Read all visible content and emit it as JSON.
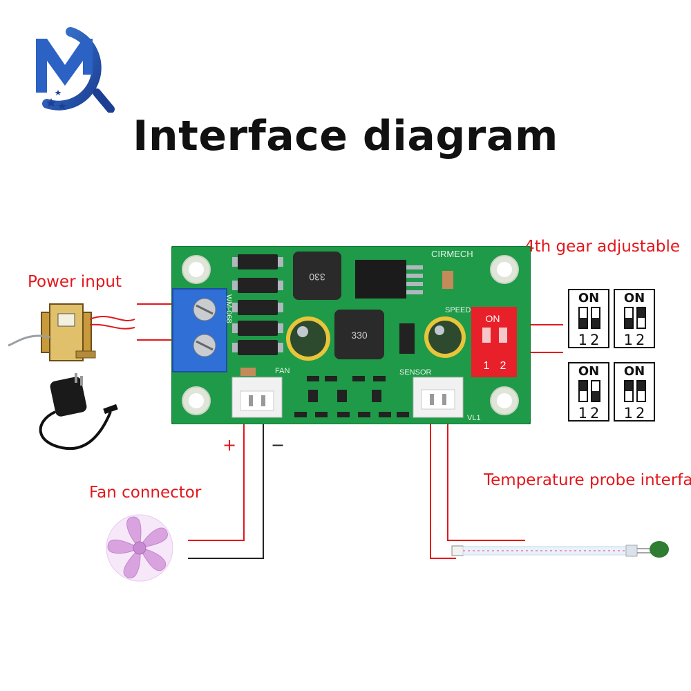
{
  "title": "Interface diagram",
  "labels": {
    "power_input": "Power input",
    "gear": "4th gear adjustable",
    "fan_connector": "Fan connector",
    "temp_probe": "Temperature probe interface",
    "plus": "+",
    "minus": "−"
  },
  "board": {
    "model": "WM-068",
    "brand": "CIRMECH",
    "inductor_1": "330",
    "inductor_2": "330",
    "fan": "FAN",
    "sensor": "SENSOR",
    "speed": "SPEED",
    "vl1": "VL1",
    "switch_on": "ON",
    "switch_1": "1",
    "switch_2": "2"
  },
  "dip_switches": [
    {
      "on": "ON",
      "nums": "12",
      "sw1": "down",
      "sw2": "down"
    },
    {
      "on": "ON",
      "nums": "12",
      "sw1": "down",
      "sw2": "up"
    },
    {
      "on": "ON",
      "nums": "12",
      "sw1": "up",
      "sw2": "down"
    },
    {
      "on": "ON",
      "nums": "12",
      "sw1": "up",
      "sw2": "up"
    }
  ],
  "colors": {
    "label_red": "#e3161b",
    "pcb_green": "#1f9a48",
    "terminal_blue": "#2f6fd6",
    "dip_red": "#e8202a",
    "fan_pink": "#d9a3e0"
  }
}
